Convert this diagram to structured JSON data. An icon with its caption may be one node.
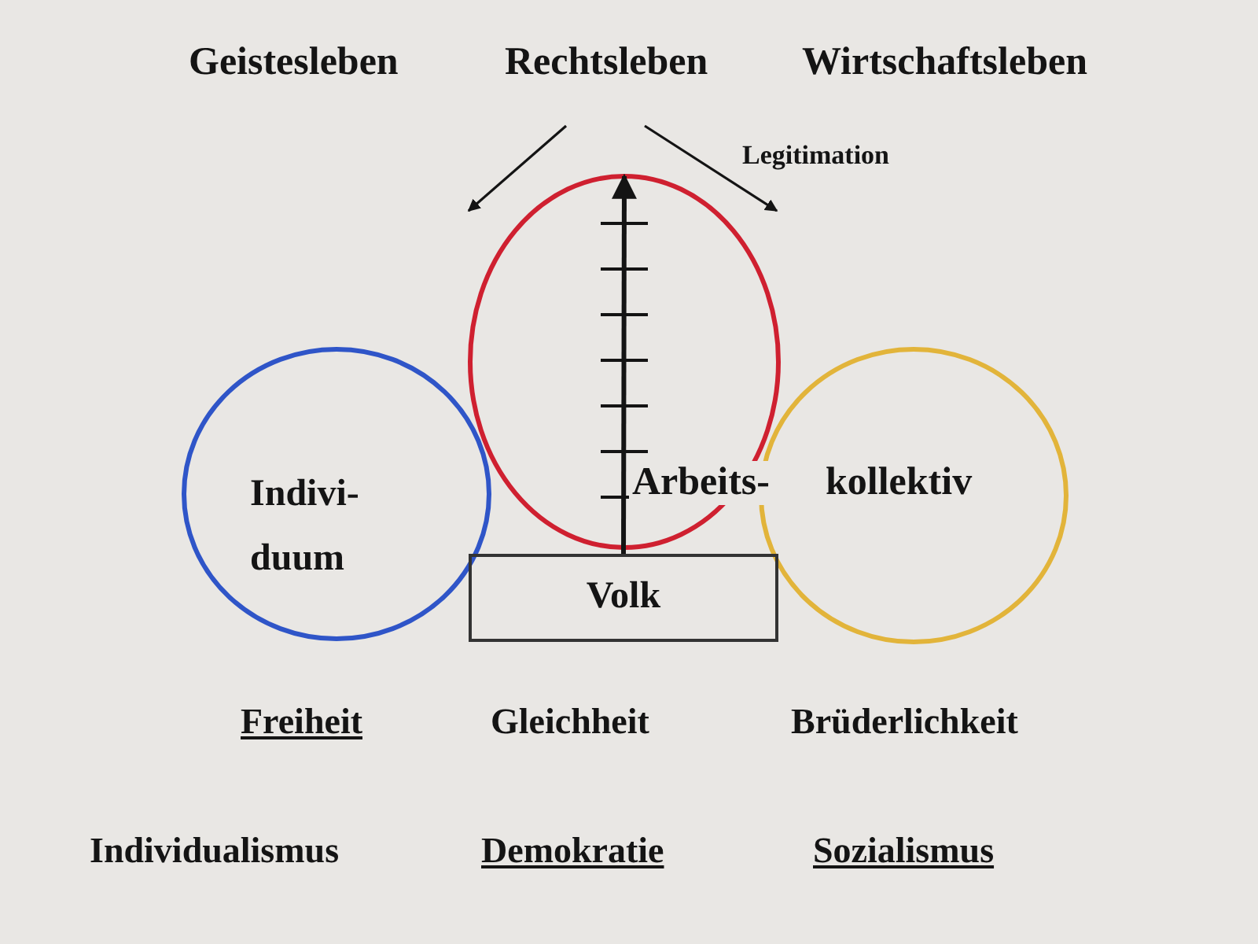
{
  "diagram": {
    "nodes": [
      {
        "text": [
          "Rechtsleben"
        ]
      },
      {
        "text": [
          "Indivi- duum"
        ]
      },
      {
        "text": [
          "Arbeits-"
        ]
      },
      {
        "text": [
          "kollektiv"
        ]
      },
      {
        "text": [
          "Volk"
        ]
      }
    ],
    "edges": [
      {
        "from": 0,
        "to": null,
        "arrow": "to"
      },
      {
        "from": 0,
        "to": null,
        "arrow": "to",
        "label": "Legitimation"
      },
      {
        "from": 4,
        "to": 2,
        "arrow": "to"
      }
    ],
    "labels": [
      "Geistesleben",
      "Wirtschaftsleben",
      "Freiheit",
      "Gleichheit",
      "Brüderlichkeit",
      "Individualismus",
      "Demokratie",
      "Sozialismus"
    ]
  }
}
